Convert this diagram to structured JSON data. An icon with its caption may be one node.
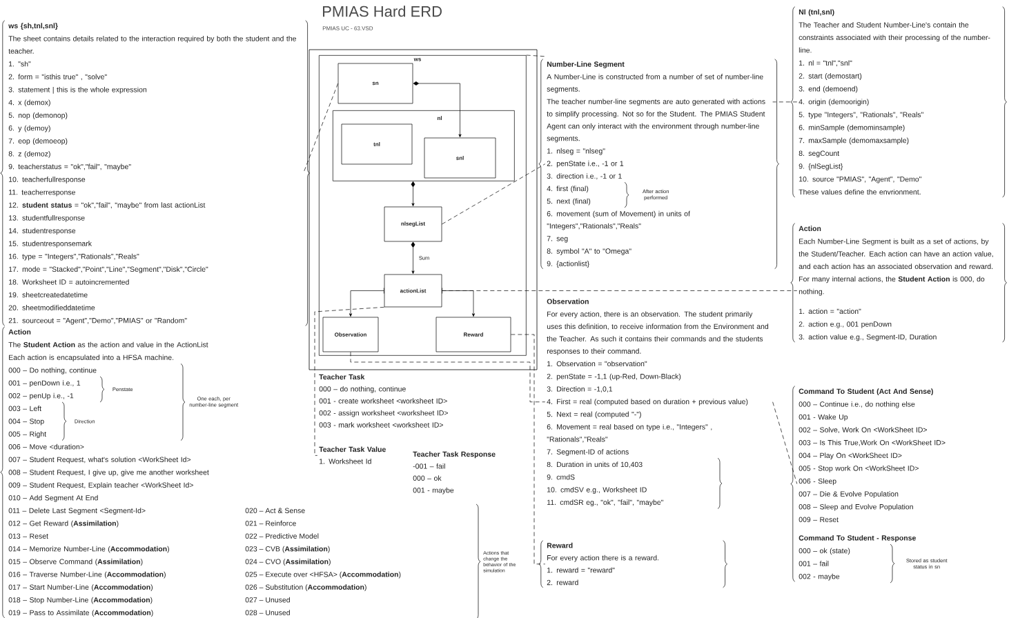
{
  "diagram": {
    "title": "PMIAS Hard ERD",
    "nodes": [
      {
        "text": [
          "ws"
        ]
      },
      {
        "text": [
          "sn"
        ],
        "in": 0
      },
      {
        "text": [
          "nl"
        ],
        "in": 0
      },
      {
        "text": [
          "tnl"
        ],
        "in": 2
      },
      {
        "text": [
          "snl"
        ],
        "in": 2
      },
      {
        "text": [
          "nlsegList"
        ],
        "in": 0
      },
      {
        "text": [
          "actionList"
        ],
        "in": 0
      },
      {
        "text": [
          "Observation"
        ],
        "in": 0
      },
      {
        "text": [
          "Reward"
        ],
        "in": 0
      },
      {
        "text": [
          "ws {sh,tnl,snl}",
          "The sheet contains details related to the interaction required by both the student and the teacher.",
          "1. \"sh\"",
          "2. form = \"isthis true\" , \"solve\"",
          "3. statement | this is the whole expression",
          "4. x (demox)",
          "5. nop (demonop)",
          "6. y (demoy)",
          "7. eop (demoeop)",
          "8. z (demoz)",
          "9. teacherstatus = \"ok\",\"fail\", \"maybe\"",
          "10. teacherfullresponse",
          "11. teacherresponse",
          "12. **student status** = \"ok\",\"fail\", \"maybe\" from last actionList",
          "13. studentfullresponse",
          "14. studentresponse",
          "15. studentresponsemark",
          "16. type = \"Integers\",\"Rationals\",\"Reals\"",
          "17. mode = \"Stacked\",\"Point\",\"Line\",\"Segment\",\"Disk\",\"Circle\"",
          "18. Worksheet ID = autoincremented",
          "19. sheetcreatedatetime",
          "20. sheetmodifieddatetime",
          "21. sourceout = \"Agent\",\"Demo\",\"PMIAS\" or \"Random\""
        ]
      },
      {
        "text": [
          "Action",
          "The **Student Action** as the action and value in the ActionList",
          "Each action is encapsulated into a HFSA machine.",
          "000 – Do nothing, continue",
          "001 – penDown i.e., 1",
          "002 – penUp i.e., -1",
          "003 – Left",
          "004 – Stop",
          "005 – Right",
          "006 – Move <duration>",
          "007 – Student Request, what's solution <WorkSheet Id>",
          "008 – Student Request, I give up, give me another worksheet",
          "009 – Student Request, Explain teacher <WorkSheet Id>",
          "010 – Add Segment At End",
          "011 – Delete Last Segment <Segment-Id>",
          "012 – Get Reward (**Assimilation**)",
          "013 – Reset",
          "014 – Memorize Number-Line (**Accommodation**)",
          "015 – Observe Command (**Assimilation**)",
          "016 – Traverse Number-Line (**Accommodation**)",
          "017 – Start Number-Line (**Accommodation**)",
          "018 – Stop Number-Line (**Accommodation**)",
          "019 – Pass to Assimilate (**Accommodation**)"
        ]
      },
      {
        "text": [
          "Number-Line Segment",
          "A Number-Line is constructed from a number of set of number-line segments.",
          "The teacher number-line segments are auto generated with actions to simplify processing. Not so for the Student. The PMIAS Student Agent can only interact with the environment through number-line segments.",
          "1. nlseg = \"nlseg\"",
          "2. penState i.e., -1 or 1",
          "3. direction i.e., -1 or 1",
          "4. first (final)",
          "5. next (final)",
          "6. movement (sum of Movement) in units of \"Integers\",\"Rationals\",\"Reals\"",
          "7. seg",
          "8. symbol \"A\" to \"Omega\"",
          "9. {actionlist}"
        ]
      },
      {
        "text": [
          "Observation",
          "For every action, there is an observation. The student primarily uses this definition, to receive information from the Environment and the Teacher. As such it contains their commands and the students responses to their command.",
          "1. Observation = \"observation\"",
          "2. penState = -1,1 (up-Red, Down-Black)",
          "3. Direction = -1,0,1",
          "4. First = real (computed based on duration + previous value)",
          "5. Next = real (computed \"-\")",
          "6. Movement = real based on type i.e., \"Integers\" , \"Rationals\",\"Reals\"",
          "7. Segment-ID of actions",
          "8. Duration in units of 10,403",
          "9. cmdS",
          "10. cmdSV e.g., Worksheet ID",
          "11. cmdSR eg., \"ok\", \"fail\", \"maybe\""
        ]
      },
      {
        "text": [
          "Reward",
          "For every action there is a reward.",
          "1. reward = \"reward\"",
          "2. reward"
        ]
      },
      {
        "text": [
          "Nl (tnl,snl)",
          "The Teacher and Student Number-Line's contain the constraints associated with their processing of the number-line.",
          "1. nl = \"tnl\",\"snl\"",
          "2. start (demostart)",
          "3. end (demoend)",
          "4. origin (demoorigin)",
          "5. type \"Integers\", \"Rationals\", \"Reals\"",
          "6. minSample (demominsample)",
          "7. maxSample (demomaxsample)",
          "8. segCount",
          "9. {nlSegList}",
          "10. source \"PMIAS\", \"Agent\", \"Demo\"",
          "These values define the envrionment."
        ]
      },
      {
        "text": [
          "Action",
          "Each Number-Line Segment is built as a set of actions, by the Student/Teacher. Each action can have an action value, and each action has an associated observation and reward. For many internal actions, the **Student Action** is 000, do nothing.",
          "1. action = \"action\"",
          "2. action e.g., 001 penDown",
          "3. action value e.g., Segment-ID, Duration"
        ]
      },
      {
        "text": [
          "Command To Student (Act And Sense)",
          "000 – Continue i.e., do nothing else",
          "001 - Wake Up",
          "002 – Solve, Work On <WorkSheet ID>",
          "003 – Is This True,Work On <WorkSheet ID>",
          "004 – Play On <WorkSheet ID>",
          "005 - Stop work On <WorkSheet ID>",
          "006 - Sleep",
          "007 – Die & Evolve Population",
          "008 – Sleep and Evolve Population",
          "009 – Reset",
          "Command To Student - Response",
          "000 – ok (state)",
          "001 – fail",
          "002 - maybe"
        ]
      },
      {
        "text": [
          "Teacher Task",
          "000 – do nothing, continue",
          "001 - create worksheet <worksheet ID>",
          "002 - assign worksheet <worksheet ID>",
          "003 - mark worksheet <worksheet ID>"
        ]
      },
      {
        "text": [
          "Teacher Task Value",
          "1. Worksheet Id"
        ]
      },
      {
        "text": [
          "Teacher Task Response",
          "-001 – fail",
          "000 – ok",
          "001 - maybe"
        ]
      }
    ],
    "edges": [
      {
        "from": 1,
        "to": 4,
        "arrow": "to"
      },
      {
        "from": 2,
        "to": 5,
        "arrow": "to"
      },
      {
        "from": 5,
        "to": 6,
        "arrow": "to",
        "label": "Sum"
      },
      {
        "from": 6,
        "to": 7,
        "arrow": "to"
      },
      {
        "from": 6,
        "to": 8,
        "arrow": "to"
      },
      {
        "from": 1,
        "to": 9,
        "arrow": "none",
        "style": "dashed"
      },
      {
        "from": 0,
        "to": 11,
        "arrow": "none",
        "style": "dashed"
      },
      {
        "from": 14,
        "to": 11,
        "arrow": "none",
        "style": "dashed"
      },
      {
        "from": 5,
        "to": 11,
        "arrow": "none",
        "style": "dashed"
      },
      {
        "from": 6,
        "to": 15,
        "arrow": "none",
        "style": "dashed"
      },
      {
        "from": 7,
        "to": 12,
        "arrow": "none",
        "style": "dashed"
      },
      {
        "from": 8,
        "to": 13,
        "arrow": "none",
        "style": "dashed"
      },
      {
        "from": 6,
        "to": 18,
        "arrow": "none",
        "style": "dashed"
      },
      {
        "from": 12,
        "to": 16,
        "arrow": "none",
        "style": "dashed"
      }
    ],
    "labels": [
      "PMIAS UC - 63.VSD",
      "Penstate",
      "Direction",
      "One each, per number-line segment",
      "020 – Act & Sense",
      "021 – Reinforce",
      "022 – Predictive Model",
      "023 – CVB (**Assimilation**)",
      "024 – CVO (**Assimilation**)",
      "025 – Execute over <HFSA> (**Accommodation**)",
      "026 – Substitution (**Accommodation**)",
      "027 – Unused",
      "028 – Unused",
      "Actions that change the behavior of the simulation",
      "After action performed",
      "Stored as student status in sn"
    ]
  }
}
